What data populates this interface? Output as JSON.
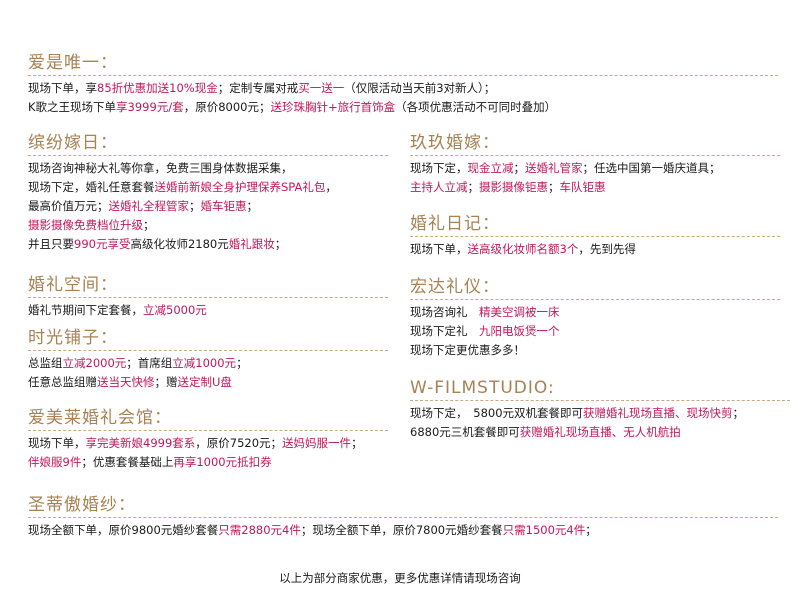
{
  "sections": {
    "aishiweiyi": {
      "title": "爱是唯一：",
      "lines": [
        [
          [
            "现场下单，享",
            0
          ],
          [
            "85折优惠",
            1
          ],
          [
            "加送10%现金",
            1
          ],
          [
            "；定制专属对戒",
            0
          ],
          [
            "买一送一",
            1
          ],
          [
            "（仅限活动当天前3对新人）；",
            0
          ]
        ],
        [
          [
            "K歌之王现场下单",
            0
          ],
          [
            "享3999元/套",
            1
          ],
          [
            "，原价8000元；",
            0
          ],
          [
            "送珍珠胸针+旅行首饰盒",
            1
          ],
          [
            "（各项优惠活动不可同时叠加）",
            0
          ]
        ]
      ]
    },
    "binfen": {
      "title": "缤纷嫁日：",
      "lines": [
        [
          [
            "现场咨询神秘大礼等你拿，免费三围身体数据采集，",
            0
          ]
        ],
        [
          [
            "现场下定，婚礼任意套餐",
            0
          ],
          [
            "送婚前新娘全身护理",
            1
          ],
          [
            "保养SPA礼包",
            1
          ],
          [
            "，",
            0
          ]
        ],
        [
          [
            "最高价值万元；",
            0
          ],
          [
            "送婚礼全程管家",
            1
          ],
          [
            "；",
            0
          ],
          [
            "婚车钜惠",
            1
          ],
          [
            "；",
            0
          ]
        ],
        [
          [
            "摄影摄像免费档位升级",
            1
          ],
          [
            "；",
            0
          ]
        ],
        [
          [
            "并且只要",
            0
          ],
          [
            "990元享受",
            1
          ],
          [
            "高级化妆师2180元",
            0
          ],
          [
            "婚礼跟妆",
            1
          ],
          [
            "；",
            0
          ]
        ]
      ]
    },
    "kongjian": {
      "title": "婚礼空间：",
      "lines": [
        [
          [
            "婚礼节期间下定套餐，",
            0
          ],
          [
            "立减5000元",
            1
          ]
        ]
      ]
    },
    "shiguang": {
      "title": "时光铺子：",
      "lines": [
        [
          [
            "总监组",
            0
          ],
          [
            "立减2000元",
            1
          ],
          [
            "；首席组",
            0
          ],
          [
            "立减1000元",
            1
          ],
          [
            "；",
            0
          ]
        ],
        [
          [
            "任意总监组赠",
            0
          ],
          [
            "送当天快修",
            1
          ],
          [
            "；赠",
            0
          ],
          [
            "送定制U盘",
            1
          ]
        ]
      ]
    },
    "aimeilai": {
      "title": "爱美莱婚礼会馆：",
      "lines": [
        [
          [
            "现场下单，",
            0
          ],
          [
            "享完美新娘4999套系",
            1
          ],
          [
            "，原价7520元；",
            0
          ],
          [
            "送妈妈服一件",
            1
          ],
          [
            "；",
            0
          ]
        ],
        [
          [
            "伴娘服9件",
            1
          ],
          [
            "；优惠套餐基础上",
            0
          ],
          [
            "再享1000元抵扣券",
            1
          ]
        ]
      ]
    },
    "jiujiu": {
      "title": "玖玖婚嫁：",
      "lines": [
        [
          [
            "现场下定，",
            0
          ],
          [
            "现金立减",
            1
          ],
          [
            "；",
            0
          ],
          [
            "送婚礼管家",
            1
          ],
          [
            "；任选中国第一婚庆道具；",
            0
          ]
        ],
        [
          [
            "主持人立减",
            1
          ],
          [
            "；",
            0
          ],
          [
            "摄影摄像钜惠",
            1
          ],
          [
            "；",
            0
          ],
          [
            "车队钜惠",
            1
          ]
        ]
      ]
    },
    "riji": {
      "title": "婚礼日记：",
      "lines": [
        [
          [
            "现场下单，",
            0
          ],
          [
            "送高级化妆师名额3个",
            1
          ],
          [
            "，先到先得",
            0
          ]
        ]
      ]
    },
    "hongda": {
      "title": "宏达礼仪：",
      "lines": [
        [
          [
            "现场咨询礼　",
            0
          ],
          [
            "精美空调被一床",
            1
          ]
        ],
        [
          [
            "现场下定礼　",
            0
          ],
          [
            "九阳电饭煲一个",
            1
          ]
        ],
        [
          [
            "现场下定更优惠多多！",
            0
          ]
        ]
      ]
    },
    "wfilm": {
      "title": "W-FILMSTUDIO:",
      "lines": [
        [
          [
            "现场下定，　5800元双机套餐即可",
            0
          ],
          [
            "获赠婚礼现场直播、现场快剪",
            1
          ],
          [
            "；",
            0
          ]
        ],
        [
          [
            "6880元三机套餐即可",
            0
          ],
          [
            "获赠婚礼现场直播、无人机航拍",
            1
          ]
        ]
      ]
    },
    "shengdi": {
      "title": "圣蒂傲婚纱：",
      "lines": [
        [
          [
            "现场全额下单，原价9800元婚纱套餐",
            0
          ],
          [
            "只需2880元4件",
            1
          ],
          [
            "；现场全额下单，原价7800元婚纱套餐",
            0
          ],
          [
            "只需1500元4件",
            1
          ],
          [
            "；",
            0
          ]
        ]
      ]
    }
  },
  "footer": "以上为部分商家优惠，更多优惠详情请现场咨询",
  "colors": {
    "title": "#a88253",
    "highlight": "#c2185b",
    "text": "#1a1a1a",
    "rule": "#c9a982"
  }
}
